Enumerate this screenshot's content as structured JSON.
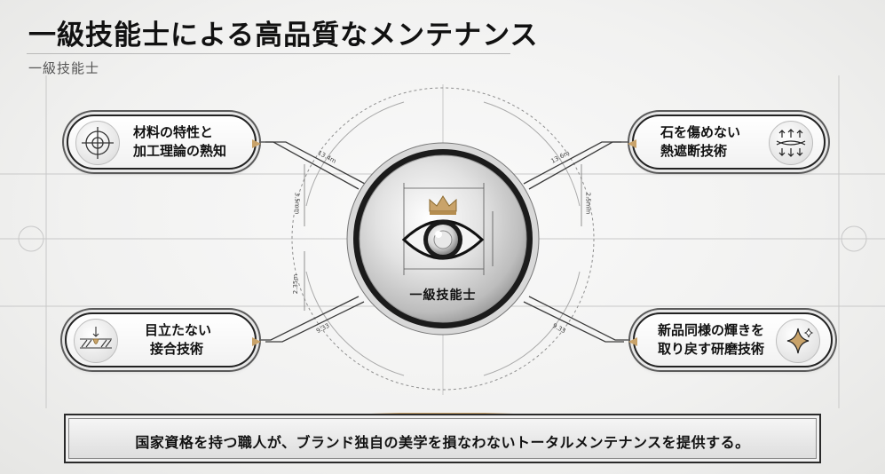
{
  "header": {
    "title": "一級技能士による高品質なメンテナンス",
    "subtitle": "一級技能士"
  },
  "center": {
    "label": "一級技能士",
    "icons": [
      "crown-icon",
      "eye-icon"
    ]
  },
  "features": [
    {
      "id": "top-left",
      "line1": "材料の特性と",
      "line2": "加工理論の熟知",
      "icon": "crosshair-icon"
    },
    {
      "id": "top-right",
      "line1": "石を傷めない",
      "line2": "熱遮断技術",
      "icon": "heat-flow-icon"
    },
    {
      "id": "bottom-left",
      "line1": "目立たない",
      "line2": "接合技術",
      "icon": "weld-joint-icon"
    },
    {
      "id": "bottom-right",
      "line1": "新品同様の輝きを",
      "line2": "取り戻す研磨技術",
      "icon": "sparkle-icon"
    }
  ],
  "dimensions": {
    "top_left_line": "13.4m",
    "top_right_line": "13.6m",
    "left_upper": "3.5mm",
    "right_upper": "2.5mm",
    "left_lower": "2.35m",
    "bottom_left_line": "9.33",
    "bottom_right_line": "9.33"
  },
  "banner": {
    "text": "国家資格を持つ職人が、ブランド独自の美学を損なわないトータルメンテナンスを提供する。"
  },
  "colors": {
    "accent_gold": "#c9a36a",
    "dark_frame": "#222222",
    "line_gray": "#9a9a9a"
  }
}
